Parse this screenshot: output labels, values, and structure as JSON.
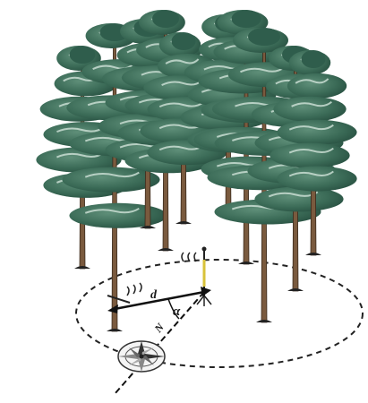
{
  "labels": {
    "distance": "d",
    "azimuth": "α",
    "north": "N"
  },
  "colors": {
    "foliage_dark": "#2f5d4c",
    "foliage_mid": "#4c7c68",
    "foliage_light": "#c9ddd2",
    "trunk": "#7a5a3e",
    "ink": "#1a1a1a",
    "pole_yellow": "#d8c23a"
  },
  "icons": {
    "compass": "compass-rose-icon",
    "tree": "pine-tree-icon",
    "instrument": "survey-pole-icon"
  }
}
